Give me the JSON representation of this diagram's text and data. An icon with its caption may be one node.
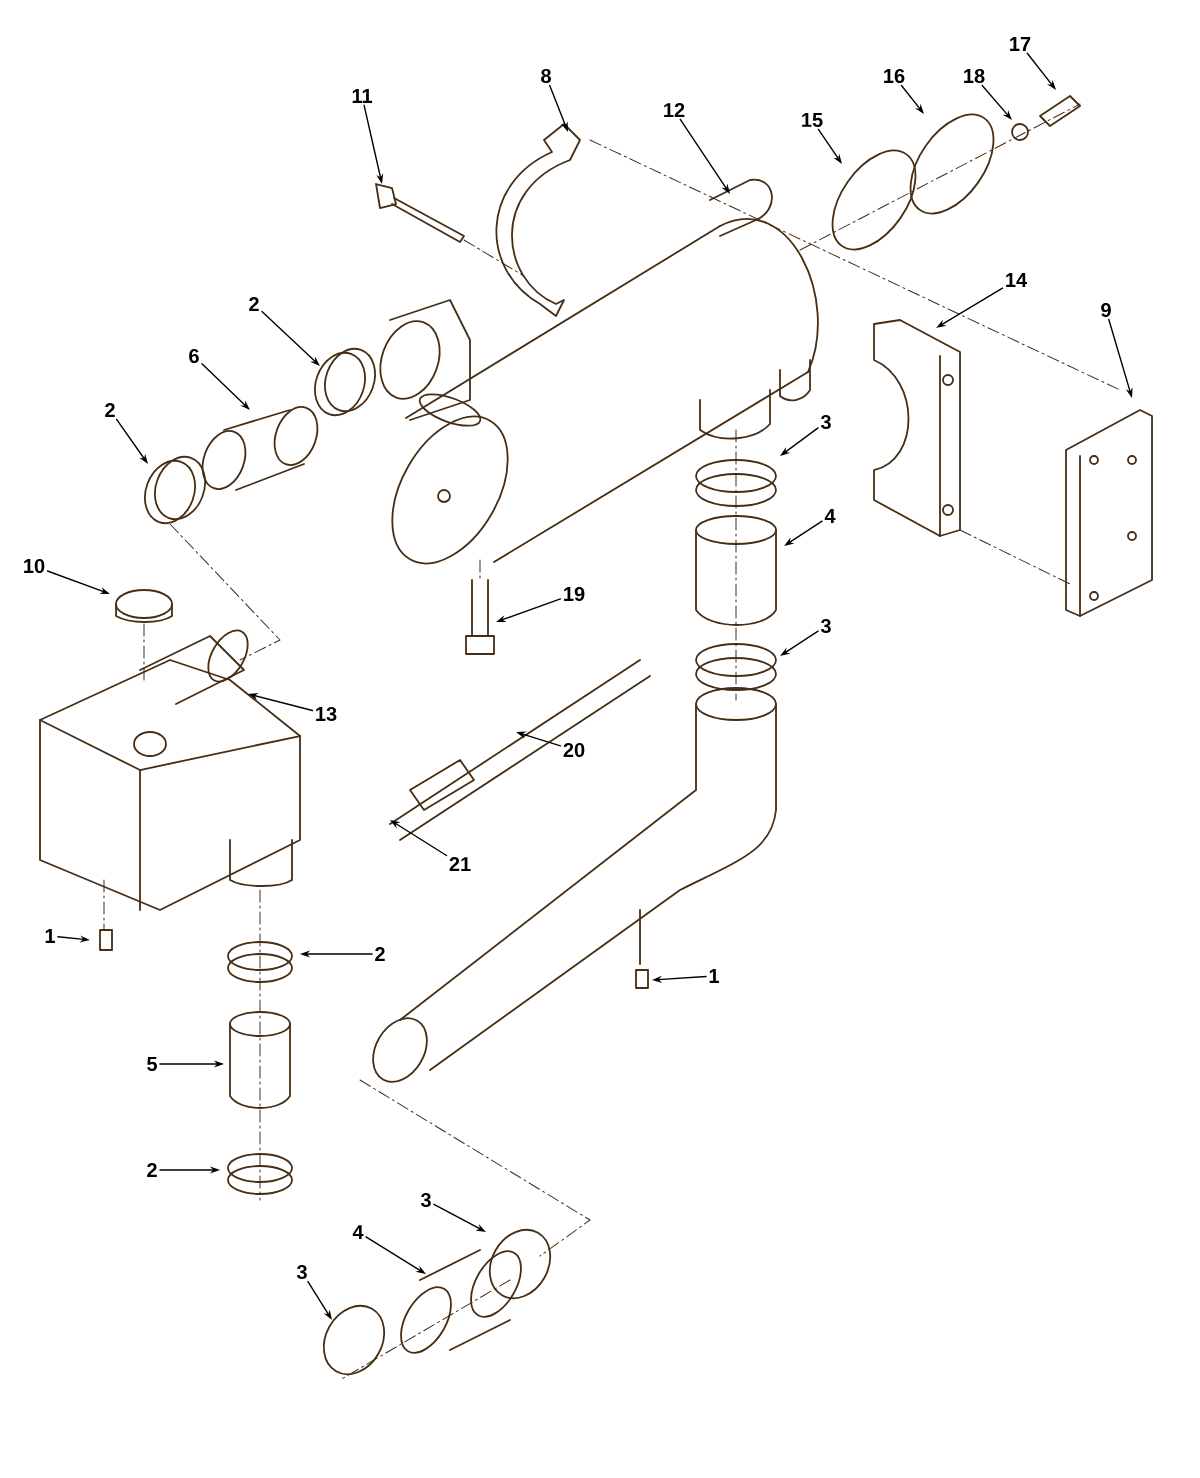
{
  "diagram": {
    "nodes": [
      {
        "text": [
          "17"
        ]
      },
      {
        "text": [
          "8"
        ]
      },
      {
        "text": [
          "16"
        ]
      },
      {
        "text": [
          "18"
        ]
      },
      {
        "text": [
          "11"
        ]
      },
      {
        "text": [
          "12"
        ]
      },
      {
        "text": [
          "15"
        ]
      },
      {
        "text": [
          "14"
        ]
      },
      {
        "text": [
          "2"
        ]
      },
      {
        "text": [
          "9"
        ]
      },
      {
        "text": [
          "6"
        ]
      },
      {
        "text": [
          "2"
        ]
      },
      {
        "text": [
          "3"
        ]
      },
      {
        "text": [
          "4"
        ]
      },
      {
        "text": [
          "10"
        ]
      },
      {
        "text": [
          "19"
        ]
      },
      {
        "text": [
          "3"
        ]
      },
      {
        "text": [
          "13"
        ]
      },
      {
        "text": [
          "20"
        ]
      },
      {
        "text": [
          "21"
        ]
      },
      {
        "text": [
          "1"
        ]
      },
      {
        "text": [
          "2"
        ]
      },
      {
        "text": [
          "1"
        ]
      },
      {
        "text": [
          "5"
        ]
      },
      {
        "text": [
          "2"
        ]
      },
      {
        "text": [
          "3"
        ]
      },
      {
        "text": [
          "4"
        ]
      },
      {
        "text": [
          "3"
        ]
      }
    ],
    "edges": [
      {
        "from": 0,
        "to": null,
        "arrow": "to"
      },
      {
        "from": 1,
        "to": null,
        "arrow": "to"
      },
      {
        "from": 2,
        "to": null,
        "arrow": "to"
      },
      {
        "from": 3,
        "to": null,
        "arrow": "to"
      },
      {
        "from": 4,
        "to": null,
        "arrow": "to"
      },
      {
        "from": 5,
        "to": null,
        "arrow": "to"
      },
      {
        "from": 6,
        "to": null,
        "arrow": "to"
      },
      {
        "from": 7,
        "to": null,
        "arrow": "to"
      },
      {
        "from": 8,
        "to": null,
        "arrow": "to"
      },
      {
        "from": 9,
        "to": null,
        "arrow": "to"
      },
      {
        "from": 10,
        "to": null,
        "arrow": "to"
      },
      {
        "from": 11,
        "to": null,
        "arrow": "to"
      },
      {
        "from": 12,
        "to": null,
        "arrow": "to"
      },
      {
        "from": 13,
        "to": null,
        "arrow": "to"
      },
      {
        "from": 14,
        "to": null,
        "arrow": "to"
      },
      {
        "from": 15,
        "to": null,
        "arrow": "to"
      },
      {
        "from": 16,
        "to": null,
        "arrow": "to"
      },
      {
        "from": 17,
        "to": null,
        "arrow": "to"
      },
      {
        "from": 18,
        "to": null,
        "arrow": "to"
      },
      {
        "from": 19,
        "to": null,
        "arrow": "to"
      },
      {
        "from": 20,
        "to": null,
        "arrow": "to"
      },
      {
        "from": 21,
        "to": null,
        "arrow": "to"
      },
      {
        "from": 22,
        "to": null,
        "arrow": "to"
      },
      {
        "from": 23,
        "to": null,
        "arrow": "to"
      },
      {
        "from": 24,
        "to": null,
        "arrow": "to"
      },
      {
        "from": 25,
        "to": null,
        "arrow": "to"
      },
      {
        "from": 26,
        "to": null,
        "arrow": "to"
      },
      {
        "from": 27,
        "to": null,
        "arrow": "to"
      }
    ]
  }
}
